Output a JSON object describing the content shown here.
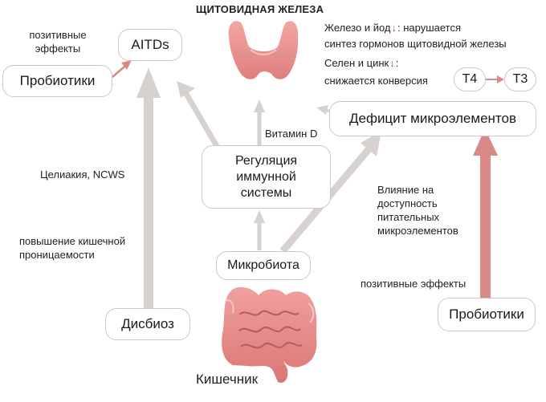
{
  "title": "ЩИТОВИДНАЯ ЖЕЛЕЗА",
  "nodes": {
    "aitds": "AITDs",
    "probiotics_left": "Пробиотики",
    "immune_regulation": "Регуляция иммунной системы",
    "microelement_deficit": "Дефицит микроэлементов",
    "microbiota": "Микробиота",
    "dysbiosis": "Дисбиоз",
    "probiotics_right": "Пробиотики",
    "t4": "T4",
    "t3": "T3"
  },
  "labels": {
    "positive_effects_top": "позитивные эффекты",
    "celiac": "Целиакия, NCWS",
    "intestinal_permeability": "повышение кишечной проницаемости",
    "vitamin_d": "Витамин D",
    "nutrient_influence": "Влияние на доступность питательных микроэлементов",
    "positive_effects_bottom": "позитивные эффекты",
    "gut": "Кишечник"
  },
  "notes": {
    "iron_iodine": "Железо и йод",
    "iron_iodine_effect": ": нарушается",
    "synthesis": "синтез гормонов щитовидной железы",
    "selenium_zinc": "Селен и цинк",
    "conversion": "снижается конверсия",
    "down_symbol": "↓"
  },
  "colors": {
    "arrow_gray": "#d7d2d0",
    "arrow_red": "#d98a86",
    "organ_pink": "#e9908f",
    "box_border": "#c9c9c9"
  }
}
